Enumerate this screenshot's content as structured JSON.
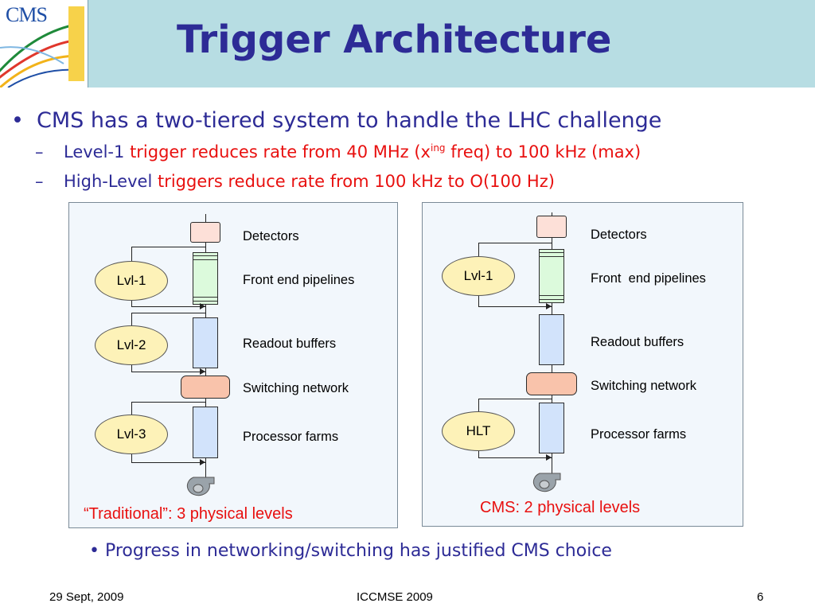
{
  "header": {
    "title": "Trigger Architecture",
    "logo_text": "CMS"
  },
  "bullets": {
    "main": "CMS has a two-tiered system to handle the LHC challenge",
    "sub1": {
      "prefix": "Level-1",
      "text_a": "trigger reduces rate from 40 MHz (x",
      "sup": "ing",
      "text_b": " freq) to 100 kHz (max)"
    },
    "sub2": {
      "prefix": "High-Level",
      "text": "triggers reduce rate from 100 kHz to O(100 Hz)"
    }
  },
  "diagram_traditional": {
    "caption": "“Traditional”: 3 physical levels",
    "levels": [
      "Lvl-1",
      "Lvl-2",
      "Lvl-3"
    ],
    "stages": [
      "Detectors",
      "Front end pipelines",
      "Readout buffers",
      "Switching network",
      "Processor farms"
    ]
  },
  "diagram_cms": {
    "caption": "CMS: 2 physical levels",
    "levels": [
      "Lvl-1",
      "HLT"
    ],
    "stages": [
      "Detectors",
      "Front  end pipelines",
      "Readout buffers",
      "Switching network",
      "Processor farms"
    ]
  },
  "conclusion": "• Progress in networking/switching has justified CMS choice",
  "footer": {
    "date": "29 Sept, 2009",
    "event": "ICCMSE 2009",
    "page": "6"
  },
  "colors": {
    "title": "#2d2b96",
    "highlight": "#e8100f",
    "header_band": "#b7dde3",
    "detector": "#fde0d8",
    "pipeline": "#dcfadc",
    "buffer": "#d2e3fb",
    "switch": "#f9c3ab",
    "level_oval": "#fdf2b8"
  }
}
